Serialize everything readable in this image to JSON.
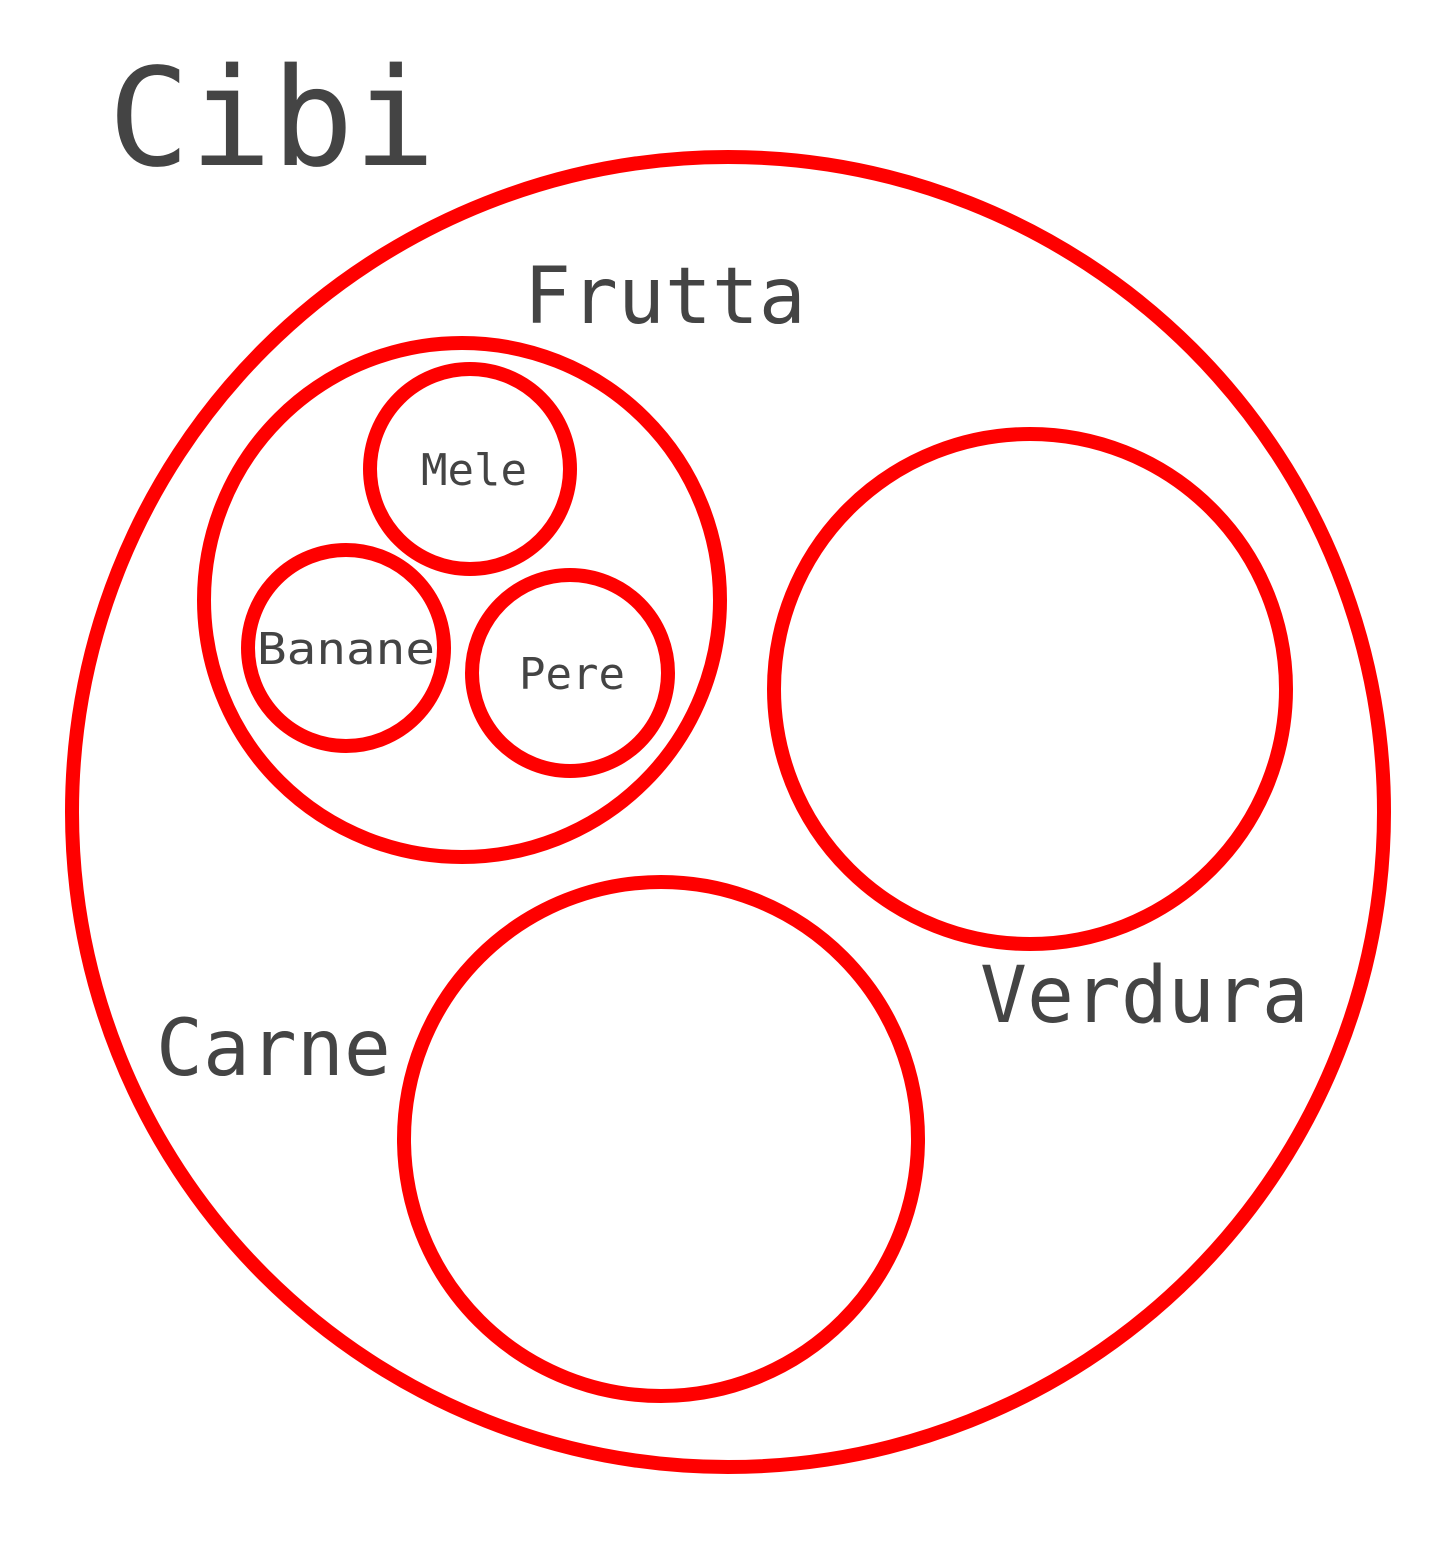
{
  "diagram": {
    "title": "Cibi",
    "colors": {
      "stroke": "#ff0000",
      "text": "#444444",
      "background": "#ffffff"
    },
    "sets": {
      "frutta": {
        "label": "Frutta",
        "subsets": {
          "mele": {
            "label": "Mele"
          },
          "banane": {
            "label": "Banane"
          },
          "pere": {
            "label": "Pere"
          }
        }
      },
      "verdura": {
        "label": "Verdura"
      },
      "carne": {
        "label": "Carne"
      }
    }
  }
}
